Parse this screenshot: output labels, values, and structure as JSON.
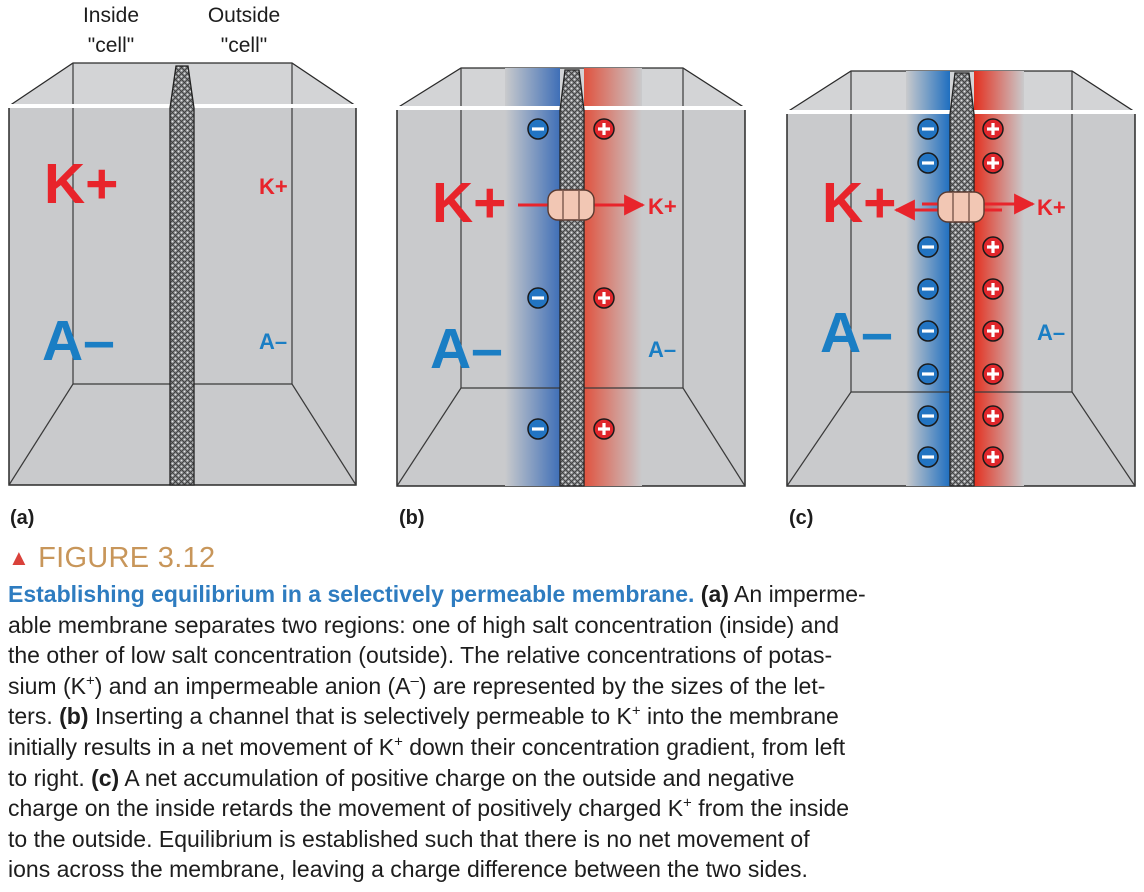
{
  "header": {
    "inside": [
      "Inside",
      "\"cell\""
    ],
    "outside": [
      "Outside",
      "\"cell\""
    ]
  },
  "panels": [
    {
      "label": "(a)",
      "k_left": "K+",
      "k_right": "K+",
      "a_left": "A–",
      "a_right": "A–"
    },
    {
      "label": "(b)",
      "k_left": "K+",
      "k_right": "K+",
      "a_left": "A–",
      "a_right": "A–"
    },
    {
      "label": "(c)",
      "k_left": "K+",
      "k_right": "K+",
      "a_left": "A–",
      "a_right": "A–"
    }
  ],
  "figure": {
    "marker": "▲",
    "number": "FIGURE 3.12",
    "title": "Establishing equilibrium in a selectively permeable membrane.",
    "caption_html": "<span class=\"pl\">(a)</span> An imperme-<br>able membrane separates two regions: one of high salt concentration (inside) and<br>the other of low salt concentration (outside). The relative concentrations of potas-<br>sium (K<sup>+</sup>) and an impermeable anion (A<sup>–</sup>) are represented by the sizes of the let-<br>ters. <span class=\"pl\">(b)</span> Inserting a channel that is selectively permeable to K<sup>+</sup> into the membrane<br>initially results in a net movement of K<sup>+</sup> down their concentration gradient, from left<br>to right. <span class=\"pl\">(c)</span> A net accumulation of positive charge on the outside and negative<br>charge on the inside retards the movement of positively charged K<sup>+</sup> from the inside<br>to the outside. Equilibrium is established such that there is no net movement of<br>ions across the membrane, leaving a charge difference between the two sides."
  },
  "colors": {
    "k_ion": "#e8242b",
    "anion": "#1a7ec4",
    "box_fill": "#c9cacc",
    "negative_charge": "#2274c2",
    "positive_charge": "#e0262b",
    "figure_number": "#c8965a",
    "caption_title": "#2e7cc0"
  },
  "icons": {
    "negative": "negative-charge-icon",
    "positive": "positive-charge-icon",
    "channel": "ion-channel-icon"
  }
}
